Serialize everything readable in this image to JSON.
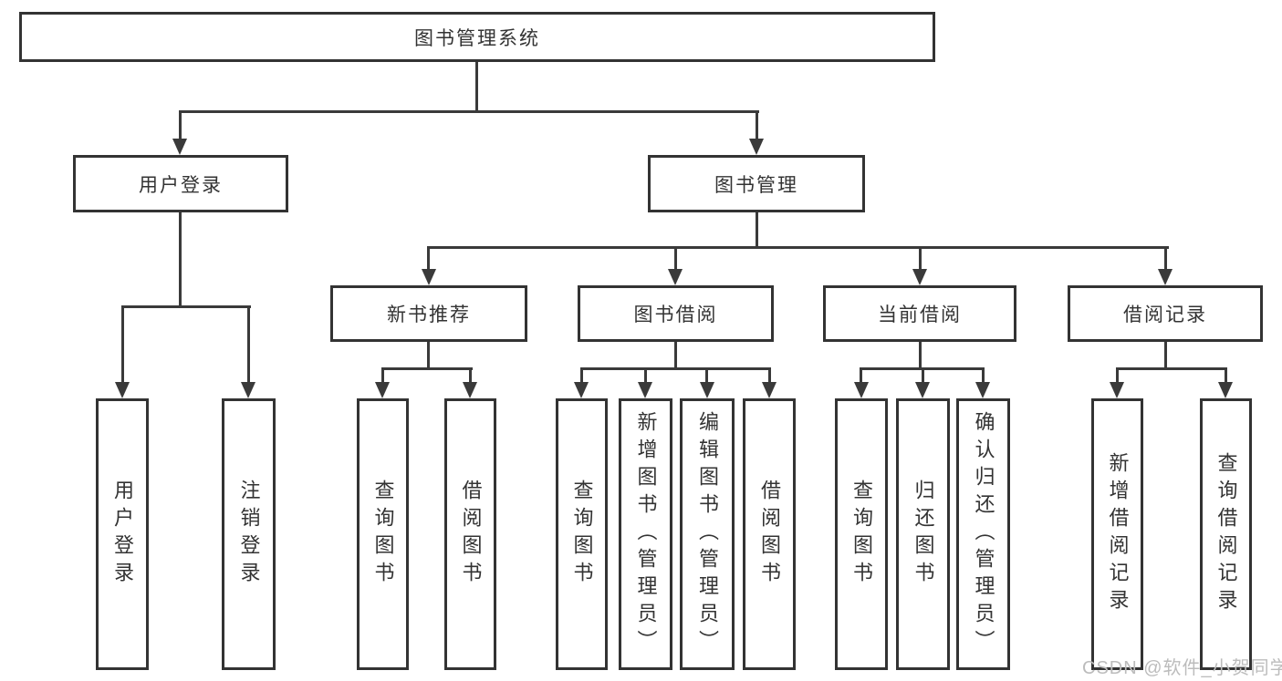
{
  "diagram": {
    "title": "图书管理系统",
    "tree": {
      "label": "图书管理系统",
      "children": [
        {
          "label": "用户登录",
          "children": [
            {
              "label": "用户登录"
            },
            {
              "label": "注销登录"
            }
          ]
        },
        {
          "label": "图书管理",
          "children": [
            {
              "label": "新书推荐",
              "children": [
                {
                  "label": "查询图书"
                },
                {
                  "label": "借阅图书"
                }
              ]
            },
            {
              "label": "图书借阅",
              "children": [
                {
                  "label": "查询图书"
                },
                {
                  "label": "新增图书（管理员）"
                },
                {
                  "label": "编辑图书（管理员）"
                },
                {
                  "label": "借阅图书"
                }
              ]
            },
            {
              "label": "当前借阅",
              "children": [
                {
                  "label": "查询图书"
                },
                {
                  "label": "归还图书"
                },
                {
                  "label": "确认归还（管理员）"
                }
              ]
            },
            {
              "label": "借阅记录",
              "children": [
                {
                  "label": "新增借阅记录"
                },
                {
                  "label": "查询借阅记录"
                }
              ]
            }
          ]
        }
      ]
    },
    "colors": {
      "line": "#3a3a3a",
      "box_border": "#333333",
      "background": "#ffffff",
      "watermark": "#bcbcbc"
    }
  },
  "watermark": "CSDN @软件_小贺同学"
}
